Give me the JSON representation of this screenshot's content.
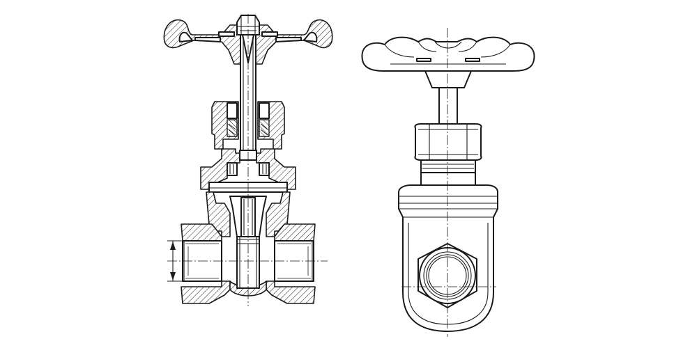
{
  "drawing": {
    "views": [
      "sectional-view",
      "side-view"
    ],
    "line_color": "#1a1a1a",
    "background": "#ffffff",
    "hatch": "diagonal-section-hatching",
    "dimension_marker": "double-arrow"
  }
}
